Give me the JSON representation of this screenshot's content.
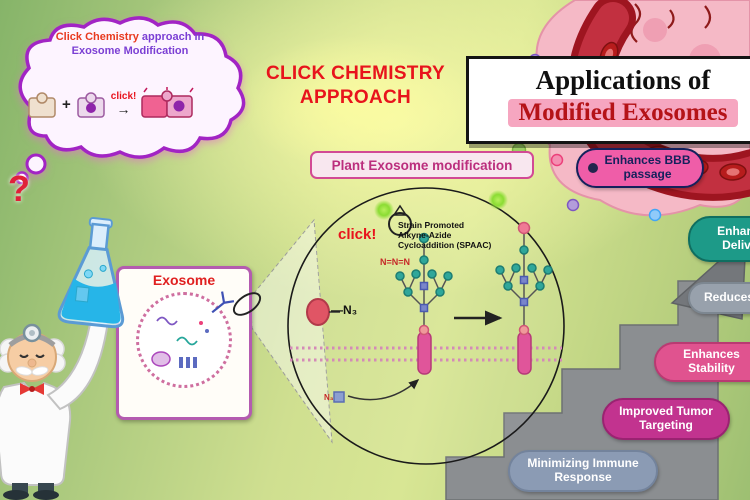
{
  "bubble": {
    "heading_part1": "Click Chemistry",
    "heading_part2": " approach in",
    "heading_line2": "Exosome Modification",
    "plus": "+",
    "click": "click!",
    "arrow_glyph": "→"
  },
  "title": {
    "line1": "CLICK CHEMISTRY",
    "line2": "APPROACH"
  },
  "applications": {
    "line1": "Applications of",
    "line2": "Modified Exosomes"
  },
  "plant_label": "Plant Exosome modification",
  "question_mark": "?",
  "exosome_box": {
    "title": "Exosome"
  },
  "spaac": {
    "click": "click!",
    "mechanism_line1": "Strain Promoted",
    "mechanism_line2": "Alkyne-Azide",
    "mechanism_line3": "Cycloaddition (SPAAC)",
    "azide_chain": "N=N=N",
    "azide_label": "—N₃",
    "azide_small": "N₃"
  },
  "benefits": [
    {
      "label": "Enhances BBB passage",
      "color": "#ef5da8",
      "text_color": "#14215c",
      "border": "#14215c"
    },
    {
      "label": "Enhances Delivery",
      "color": "#1d9a88",
      "text_color": "#ffffff",
      "border": "#0f6e60"
    },
    {
      "label": "Reduces",
      "color": "#98a1ac",
      "text_color": "#ffffff",
      "border": "#7d8791"
    },
    {
      "label": "Enhances Stability",
      "color": "#e0538f",
      "text_color": "#ffffff",
      "border": "#b93a72"
    },
    {
      "label": "Improved Tumor Targeting",
      "color": "#c2338f",
      "text_color": "#ffffff",
      "border": "#9a2371"
    },
    {
      "label": "Minimizing Immune Response",
      "color": "#8b9bb4",
      "text_color": "#ffffff",
      "border": "#73839c"
    }
  ]
}
